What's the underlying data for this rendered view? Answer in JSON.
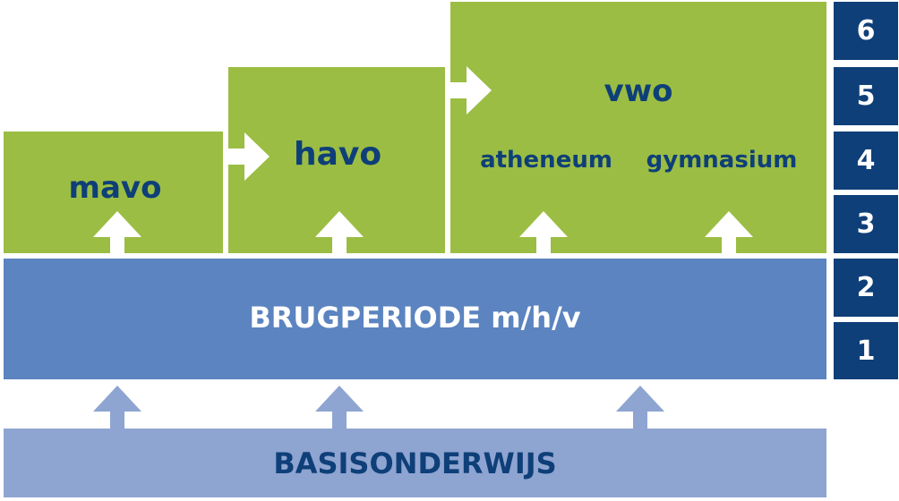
{
  "levels": {
    "mavo": "mavo",
    "havo": "havo",
    "vwo": "vwo",
    "atheneum": "atheneum",
    "gymnasium": "gymnasium"
  },
  "brugperiode": "BRUGPERIODE m/h/v",
  "basisonderwijs": "BASISONDERWIJS",
  "years": [
    "6",
    "5",
    "4",
    "3",
    "2",
    "1"
  ],
  "colors": {
    "green": "#9bbd43",
    "blue_mid": "#5b84c0",
    "blue_light": "#8ea4d1",
    "navy": "#0e3f78",
    "arrow_light": "#8ea4d1",
    "arrow_white": "#ffffff"
  }
}
